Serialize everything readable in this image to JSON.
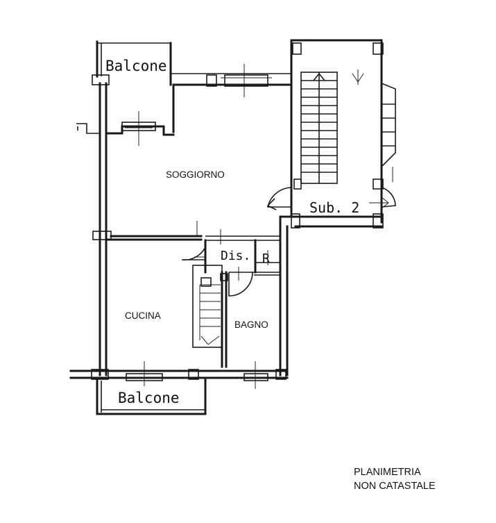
{
  "rooms": {
    "soggiorno": "SOGGIORNO",
    "cucina": "CUCINA",
    "bagno": "BAGNO",
    "balcone_top": "Balcone",
    "balcone_bottom": "Balcone",
    "disimpegno": "Dis.",
    "ripostiglio": "R",
    "subalterno": "Sub. 2"
  },
  "note": {
    "line1": "PLANIMETRIA",
    "line2": "NON CATASTALE"
  }
}
